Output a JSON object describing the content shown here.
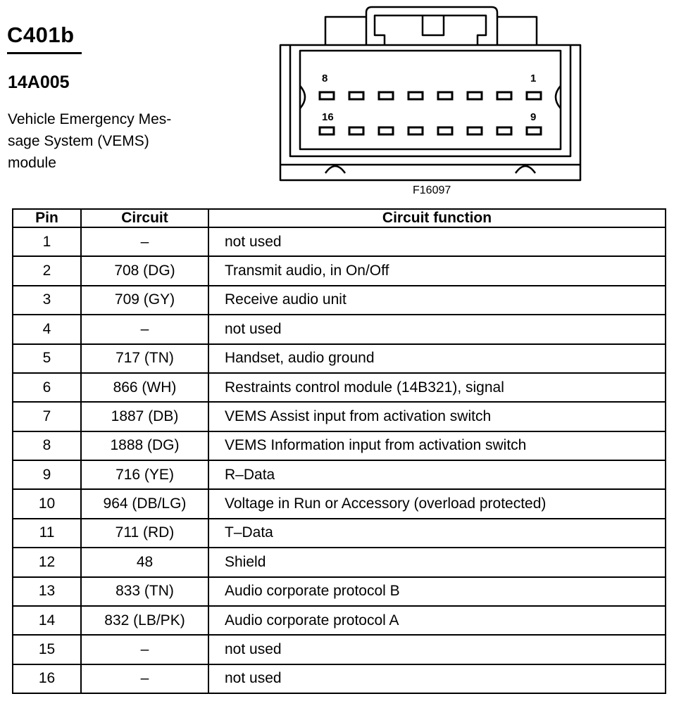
{
  "header": {
    "connector_id": "C401b",
    "part_number": "14A005",
    "description_lines": [
      "Vehicle Emergency Mes-",
      "sage System (VEMS)",
      "module"
    ]
  },
  "figure": {
    "code": "F16097",
    "cavity_labels": {
      "top_left": "8",
      "top_right": "1",
      "bottom_left": "16",
      "bottom_right": "9"
    }
  },
  "table": {
    "headers": {
      "pin": "Pin",
      "circuit": "Circuit",
      "function": "Circuit function"
    },
    "rows": [
      {
        "pin": "1",
        "circuit": "–",
        "function": "not used"
      },
      {
        "pin": "2",
        "circuit": "708 (DG)",
        "function": "Transmit audio, in On/Off"
      },
      {
        "pin": "3",
        "circuit": "709 (GY)",
        "function": "Receive audio unit"
      },
      {
        "pin": "4",
        "circuit": "–",
        "function": "not used"
      },
      {
        "pin": "5",
        "circuit": "717 (TN)",
        "function": "Handset, audio ground"
      },
      {
        "pin": "6",
        "circuit": "866 (WH)",
        "function": "Restraints control module (14B321), signal"
      },
      {
        "pin": "7",
        "circuit": "1887 (DB)",
        "function": "VEMS Assist input from activation switch"
      },
      {
        "pin": "8",
        "circuit": "1888 (DG)",
        "function": "VEMS Information input from activation switch"
      },
      {
        "pin": "9",
        "circuit": "716 (YE)",
        "function": "R–Data"
      },
      {
        "pin": "10",
        "circuit": "964 (DB/LG)",
        "function": "Voltage in Run or Accessory (overload protected)"
      },
      {
        "pin": "11",
        "circuit": "711 (RD)",
        "function": "T–Data"
      },
      {
        "pin": "12",
        "circuit": "48",
        "function": "Shield"
      },
      {
        "pin": "13",
        "circuit": "833 (TN)",
        "function": "Audio corporate protocol B"
      },
      {
        "pin": "14",
        "circuit": "832 (LB/PK)",
        "function": "Audio corporate protocol A"
      },
      {
        "pin": "15",
        "circuit": "–",
        "function": "not used"
      },
      {
        "pin": "16",
        "circuit": "–",
        "function": "not used"
      }
    ]
  }
}
